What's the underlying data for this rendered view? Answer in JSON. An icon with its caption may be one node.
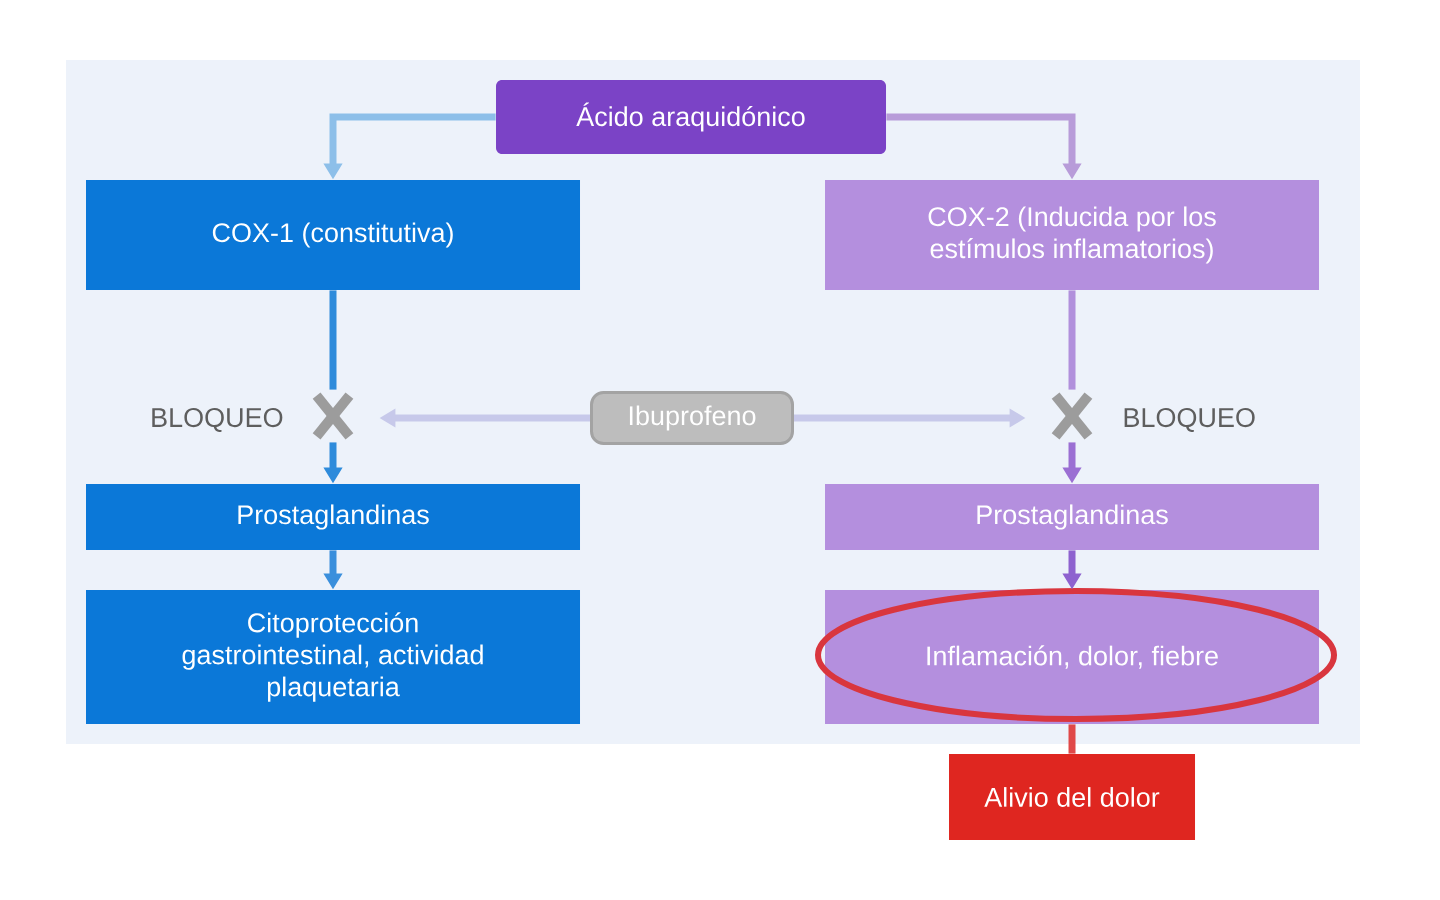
{
  "diagram": {
    "nodes": [
      {
        "text": [
          "Ácido araquidónico"
        ]
      },
      {
        "text": [
          "COX-1 (constitutiva)"
        ]
      },
      {
        "text": [
          "COX-2 (Inducida por los estímulos inflamatorios)"
        ]
      },
      {
        "text": [],
        "shape": "cross",
        "beside": [
          "BLOQUEO"
        ]
      },
      {
        "text": [
          "Ibuprofeno"
        ]
      },
      {
        "text": [],
        "shape": "cross",
        "beside": [
          "BLOQUEO"
        ]
      },
      {
        "text": [
          "Prostaglandinas"
        ]
      },
      {
        "text": [
          "Prostaglandinas"
        ]
      },
      {
        "text": [
          "Citoprotección gastrointestinal, actividad plaquetaria"
        ]
      },
      {
        "text": [
          "Inflamación, dolor, fiebre"
        ]
      },
      {
        "text": [
          "Alivio del dolor"
        ]
      }
    ],
    "edges": [
      {
        "from": 0,
        "to": 1,
        "arrow": "to",
        "color": "#8dbfe9"
      },
      {
        "from": 0,
        "to": 2,
        "arrow": "to",
        "color": "#b89cd9"
      },
      {
        "from": 1,
        "to": 3,
        "arrow": "none",
        "color": "#2e8bdb"
      },
      {
        "from": 3,
        "to": 6,
        "arrow": "to",
        "color": "#2e8bdb"
      },
      {
        "from": 2,
        "to": 5,
        "arrow": "none",
        "color": "#b190dc"
      },
      {
        "from": 5,
        "to": 7,
        "arrow": "to",
        "color": "#9b6fd3"
      },
      {
        "from": 4,
        "to": 3,
        "arrow": "to",
        "color": "#c7c9ea"
      },
      {
        "from": 4,
        "to": 5,
        "arrow": "to",
        "color": "#c7c9ea"
      },
      {
        "from": 6,
        "to": 8,
        "arrow": "to",
        "color": "#3a8fdc"
      },
      {
        "from": 7,
        "to": 9,
        "arrow": "to",
        "color": "#8e62cf"
      },
      {
        "from": 9,
        "to": 10,
        "arrow": "none",
        "color": "#e04848"
      }
    ]
  }
}
